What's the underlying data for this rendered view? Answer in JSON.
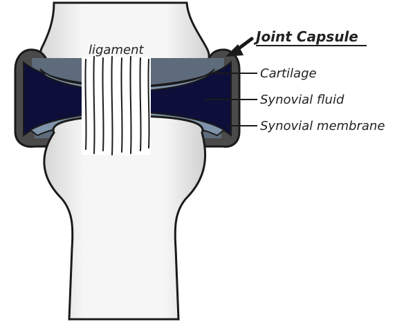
{
  "diagram": {
    "labels": {
      "ligament": "ligament",
      "joint_capsule": "Joint Capsule",
      "cartilage": "Cartilage",
      "synovial_fluid": "Synovial fluid",
      "synovial_membrane": "Synovial membrane"
    },
    "colors": {
      "bone": "#f4f4f4",
      "bone_shade": "#d9d9d9",
      "outline": "#1a1a1a",
      "capsule": "#4a4a4a",
      "cartilage": "#7f93aa",
      "synovial_fluid": "#0d0f3a",
      "ligament_fibers": "#1a1a1a"
    },
    "icons": {
      "capsule_pointer": "arrow-icon"
    }
  }
}
